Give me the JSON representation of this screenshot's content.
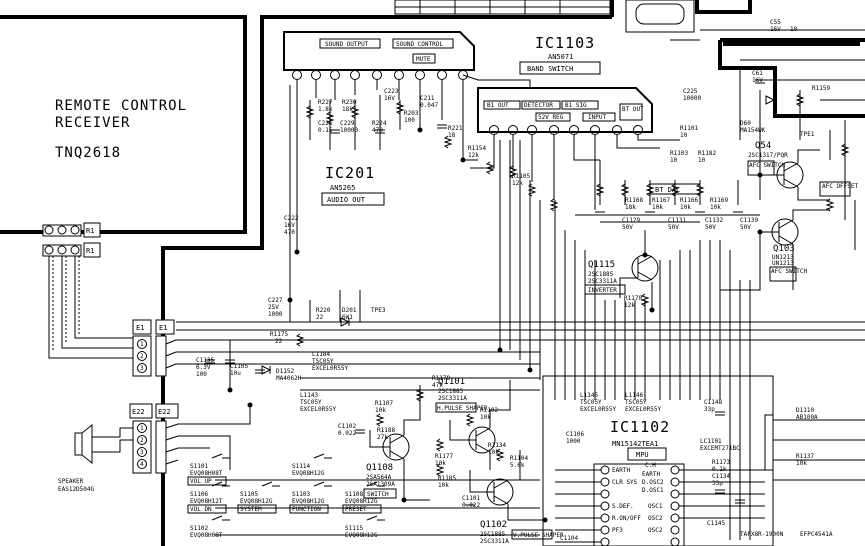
{
  "remote": {
    "title1": "REMOTE CONTROL",
    "title2": "RECEIVER",
    "part": "TNQ2618",
    "r1a": "R1",
    "r1b": "R1",
    "pins": [
      "1",
      "2",
      "3"
    ]
  },
  "ic1103": {
    "name": "IC1103",
    "part": "AN5071",
    "func": "BAND SWITCH"
  },
  "ic201": {
    "name": "IC201",
    "part": "AN5265",
    "func": "AUDIO OUT",
    "sound_output": "SOUND OUTPUT",
    "sound_control": "SOUND CONTROL",
    "mute": "MUTE"
  },
  "ic_inner": {
    "b1_out": "B1 OUT",
    "detector": "DETECTOR",
    "b1_sig": "B1 SIG",
    "bt_out": "BT OUT",
    "sig_reg": "52V REG",
    "input": "INPUT"
  },
  "ic1102": {
    "name": "IC1102",
    "part": "MN15142TEA1",
    "func": "MPU",
    "pins": [
      "EARTH",
      "CLR SYS",
      "S.DEF.",
      "R.ON/OFF",
      "PF3"
    ],
    "pins_r": [
      "C.H",
      "EARTH",
      "D.OSC2",
      "D.OSC1",
      "OSC1",
      "OSC2",
      "OSC2"
    ]
  },
  "connectors": {
    "e1": "E1",
    "e22": "E22",
    "e1_pins": [
      "1",
      "2",
      "3"
    ],
    "e22_pins": [
      "1",
      "2",
      "3",
      "4"
    ]
  },
  "transistors": {
    "q1115": {
      "name": "Q1115",
      "part1": "2SC1885",
      "part2": "2SC3311A",
      "func": "INVERTER"
    },
    "q1101": {
      "name": "Q1101",
      "part1": "2SC1885",
      "part2": "2SC3311A",
      "func": "H.PULSE SHAPER"
    },
    "q1108": {
      "name": "Q1108",
      "part1": "2SA564A",
      "part2": "2SA1309A",
      "func": "SWITCH"
    },
    "q1102": {
      "name": "Q1102",
      "part1": "2SC1885",
      "part2": "2SC3311A",
      "func": "V.PULSE SHAPER"
    },
    "q54": {
      "name": "Q54",
      "part1": "2SC1317/PQR",
      "func": "AFC SWITCH"
    },
    "q103": {
      "name": "Q103",
      "part1": "UN1213",
      "part2": "UN1213",
      "func": "AFC SWITCH"
    }
  },
  "labels": {
    "bt_dac": "BT DAC",
    "speaker": "SPEAKER",
    "speaker_part": "EAS12D504G",
    "afc_offset": "AFC OFFSET",
    "tpe3": "TPE3",
    "tpe1": "TPE1"
  },
  "switches": [
    {
      "id": "S1101",
      "part": "EVQ08H08T",
      "label": "VOL UP"
    },
    {
      "id": "S1114",
      "part": "EVQ08H12G",
      "label": ""
    },
    {
      "id": "S1106",
      "part": "EVQ08H12T",
      "label": "VOL DN"
    },
    {
      "id": "S1105",
      "part": "EVQ08H12G",
      "label": "SYSTEM"
    },
    {
      "id": "S1103",
      "part": "EVQ08H12G",
      "label": "FUNCTION"
    },
    {
      "id": "S1108",
      "part": "EVQ08H12G",
      "label": "PRESET"
    },
    {
      "id": "S1102",
      "part": "EVQ08H08T",
      "label": ""
    },
    {
      "id": "S1115",
      "part": "EVQ08H12G",
      "label": ""
    }
  ],
  "parts": {
    "r1175": "R1175",
    "r1175v": "22",
    "c227": "C227",
    "c227v": "25V",
    "c227v2": "1000",
    "r220": "R220",
    "r220v": "22",
    "d201": "D201",
    "d201v": "6W1",
    "r1178": "R1178",
    "r1178v": "47k",
    "c1135": "C1135",
    "c1135v": "6.3V",
    "c1135v2": "100",
    "c1105": "C1105",
    "c1105v": "10u",
    "d1152": "D1152",
    "d1152v": "MA4062H",
    "l1184": "L1184",
    "l1184v": "TSC05Y",
    "l1184v2": "EXCEL0R55Y",
    "l1143": "L1143",
    "l1143v": "TSC05Y",
    "l1143v2": "EXCEL0R55Y",
    "r1107": "R1107",
    "r1107v": "10k",
    "c1102": "C1102",
    "c1102v": "0.022",
    "r1188": "R1188",
    "r1188v": "27k",
    "r1177": "R1177",
    "r1177v": "10k",
    "r1102": "R1102",
    "r1102v": "10k",
    "r1134": "R1134",
    "r1134v": "10k",
    "r1104": "R1104",
    "r1104v": "5.6k",
    "r1105": "R1105",
    "r1105v": "10k",
    "c1101": "C1101",
    "c1101v": "0.022",
    "c1106": "C1106",
    "c1106v": "1000",
    "l1145": "L1145",
    "l1145v": "TSC05Y",
    "l1145v2": "EXCEL0R55Y",
    "l1146": "L1146",
    "l1146v": "TSC05Y",
    "l1146v2": "EXCEL0R55Y",
    "r227": "R227",
    "r227v": "1.8k",
    "r230": "R230",
    "r230v": "18k",
    "c223": "C223",
    "c223v": "16V",
    "c226": "C226",
    "c226v": "0.15",
    "c229": "C229",
    "c229v": "10000",
    "r224": "R224",
    "r224v": "470",
    "r203": "R203",
    "r203v": "100",
    "c211": "C211",
    "c211v": "0.047",
    "r221": "R221",
    "r221v": "18",
    "c222": "C222",
    "c222v": "16V",
    "c222v2": "470",
    "c225": "C225",
    "c225v": "10000",
    "r1154": "R1154",
    "r1154v": "12k",
    "r1105b": "R1105",
    "r1105bv": "12k",
    "r1101": "R1101",
    "r1101v": "10",
    "r1103": "R1103",
    "r1103v": "10",
    "r1182": "R1182",
    "r1182v": "10",
    "r1168": "R1168",
    "r1168v": "18k",
    "r1167": "R1167",
    "r1167v": "10k",
    "r1166": "R1166",
    "r1166v": "10k",
    "r1169": "R1169",
    "r1169v": "10k",
    "c1129": "C1129",
    "c1129v": "50V",
    "c1131": "C1131",
    "c1131v": "50V",
    "c1132": "C1132",
    "c1132v": "50V",
    "c1139": "C1139",
    "c1139v": "50V",
    "r1170": "R1170",
    "r1170v": "12k",
    "c55": "C55",
    "c55v": "16V",
    "c55v2": "10",
    "c61": "C61",
    "c61v": "16V",
    "r1159": "R1159",
    "d60": "D60",
    "d60v": "MA154WK",
    "c1148": "C1148",
    "c1148v": "33p",
    "l1101": "LC1101",
    "l1101v": "EXCEMT271BC",
    "c1134": "C1134",
    "c1134v": "33p",
    "c1145": "C1145",
    "r1173": "R1173",
    "r1173v": "0.1k",
    "d1110": "D1110",
    "d1110v": "AB100A",
    "q1137": "R1137",
    "q1137v": "10k",
    "x1101": "EFPC4541A",
    "osc": "TAFX8R-1900N",
    "c1104": "C1104"
  }
}
